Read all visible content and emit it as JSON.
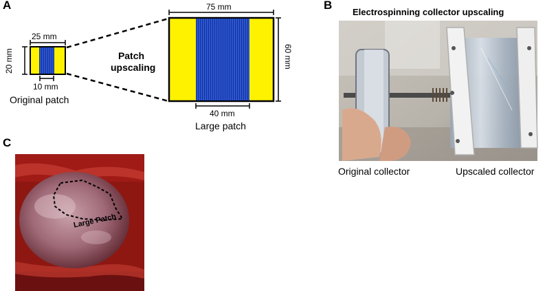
{
  "panels": {
    "a": {
      "letter": "A",
      "small_patch": {
        "width_label": "25 mm",
        "height_label": "20 mm",
        "stripe_label": "10 mm",
        "caption": "Original patch"
      },
      "arrow_label_line1": "Patch",
      "arrow_label_line2": "upscaling",
      "large_patch": {
        "width_label": "75 mm",
        "height_label": "60 mm",
        "stripe_label": "40 mm",
        "caption": "Large patch"
      }
    },
    "b": {
      "letter": "B",
      "title": "Electrospinning collector upscaling",
      "left_caption": "Original collector",
      "right_caption": "Upscaled collector"
    },
    "c": {
      "letter": "C",
      "overlay_label": "Large Patch"
    }
  },
  "colors": {
    "patch_yellow": "#FFF200",
    "patch_blue": "#2A55D6",
    "stripe_line": "#16328F",
    "tissue_red": "#8E1712",
    "heart": "#B07A86"
  }
}
